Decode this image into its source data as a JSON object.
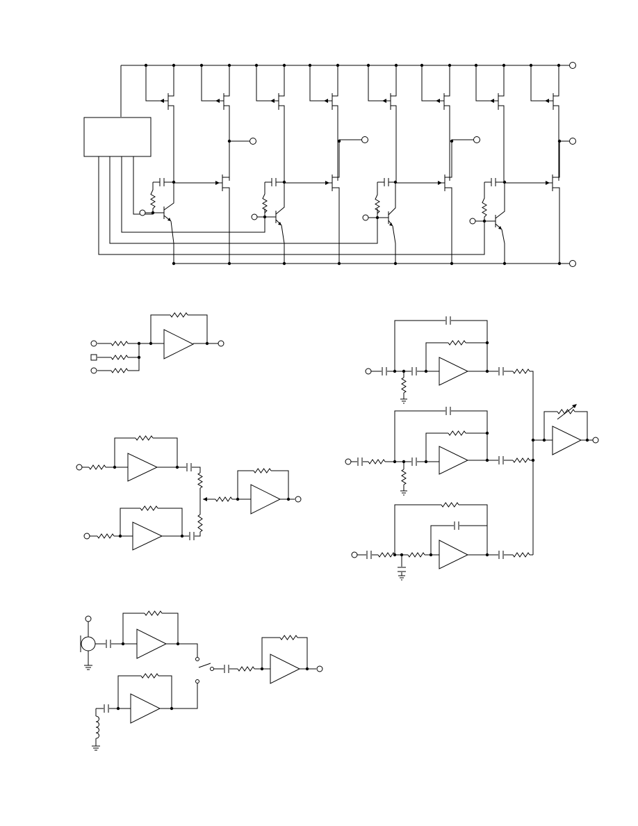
{
  "page": {
    "background": "#ffffff",
    "ink": "#000000"
  },
  "figures": [
    {
      "name": "transistor-array-circuit"
    },
    {
      "name": "summing-amplifier"
    },
    {
      "name": "two-input-mixer"
    },
    {
      "name": "mic-pickup-selector"
    },
    {
      "name": "three-channel-filter-mixer"
    }
  ]
}
